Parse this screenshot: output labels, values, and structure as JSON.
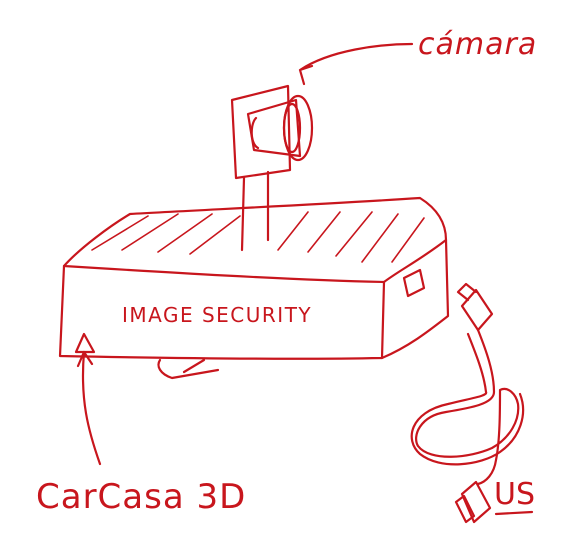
{
  "labels": {
    "camera": "cámara",
    "device_front": "IMAGE SECURITY",
    "casing": "CarCasa 3D",
    "usb": "US"
  },
  "colors": {
    "ink": "#c8161d",
    "background": "#ffffff"
  }
}
